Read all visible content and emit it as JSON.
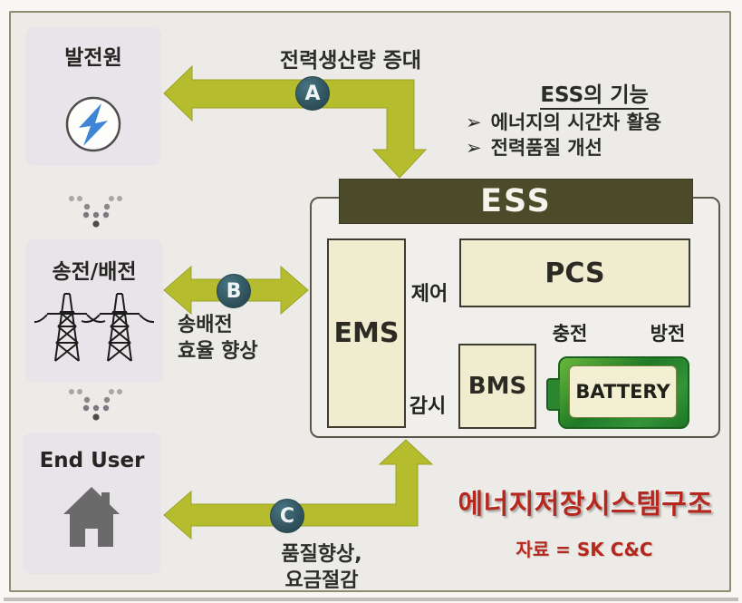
{
  "colors": {
    "arrow_green": "#b5bc2e",
    "badge_teal": "#33535d",
    "ess_bar_olive": "#4b4b2a",
    "component_cream": "#efecd0",
    "battery_green": "#2e8a31",
    "node_box_lavender": "#e9e4e9",
    "accent_red": "#b5281e"
  },
  "nodes": {
    "generation": {
      "label": "발전원",
      "icon": "lightning-icon"
    },
    "transmission": {
      "label": "송전/배전",
      "icon": "power-towers-icon"
    },
    "end_user": {
      "label": "End User",
      "icon": "house-icon"
    }
  },
  "flows": {
    "a": {
      "badge": "A",
      "label": "전력생산량 증대"
    },
    "b": {
      "badge": "B",
      "label_line1": "송배전",
      "label_line2": "효율 향상"
    },
    "c": {
      "badge": "C",
      "label_line1": "품질향상,",
      "label_line2": "요금절감"
    }
  },
  "ess": {
    "title": "ESS",
    "components": {
      "ems": "EMS",
      "pcs": "PCS",
      "bms": "BMS",
      "battery": "BATTERY"
    },
    "links": {
      "control": "제어",
      "monitor": "감시",
      "charge": "충전",
      "discharge": "방전"
    }
  },
  "functions": {
    "title": "ESS의 기능",
    "bullet": "➢",
    "items": [
      "에너지의 시간차 활용",
      "전력품질 개선"
    ]
  },
  "caption": {
    "title": "에너지저장시스템구조",
    "source": "자료 = SK C&C"
  }
}
